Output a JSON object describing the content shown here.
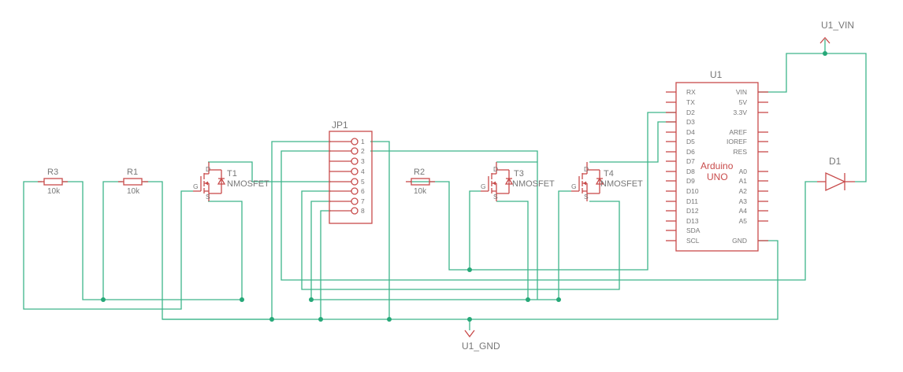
{
  "nets": {
    "vin": "U1_VIN",
    "gnd": "U1_GND"
  },
  "resistors": [
    {
      "ref": "R3",
      "value": "10k"
    },
    {
      "ref": "R1",
      "value": "10k"
    },
    {
      "ref": "R2",
      "value": "10k"
    }
  ],
  "mosfets": [
    {
      "ref": "T1",
      "type": "NMOSFET"
    },
    {
      "ref": "T3",
      "type": "NMOSFET"
    },
    {
      "ref": "T4",
      "type": "NMOSFET"
    }
  ],
  "mosfet_pins": {
    "drain": "D",
    "gate": "G",
    "source": "S"
  },
  "connector": {
    "ref": "JP1",
    "pins": [
      "1",
      "2",
      "3",
      "4",
      "5",
      "6",
      "7",
      "8"
    ]
  },
  "diode": {
    "ref": "D1"
  },
  "arduino": {
    "ref": "U1",
    "name_line1": "Arduino",
    "name_line2": "UNO",
    "left_pins": [
      "RX",
      "TX",
      "D2",
      "D3",
      "D4",
      "D5",
      "D6",
      "D7",
      "D8",
      "D9",
      "D10",
      "D11",
      "D12",
      "D13",
      "SDA",
      "SCL"
    ],
    "right_pins": [
      "VIN",
      "5V",
      "3.3V",
      "",
      "AREF",
      "IOREF",
      "RES",
      "",
      "A0",
      "A1",
      "A2",
      "A3",
      "A4",
      "A5",
      "",
      "GND"
    ]
  },
  "colors": {
    "wire": "#3db58a",
    "junction": "#26a878",
    "component": "#c84b4b",
    "label": "#777777"
  }
}
